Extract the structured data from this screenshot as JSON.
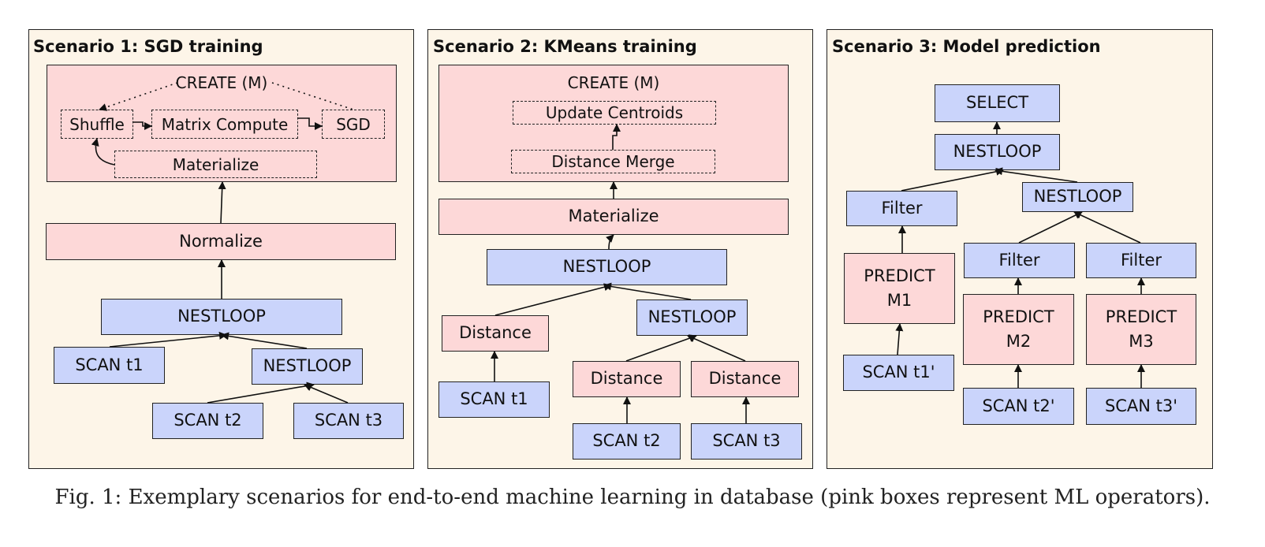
{
  "scenario1": {
    "title": "Scenario 1: SGD training",
    "create": "CREATE (M)",
    "shuffle": "Shuffle",
    "matrix_compute": "Matrix Compute",
    "sgd": "SGD",
    "materialize": "Materialize",
    "normalize": "Normalize",
    "nestloop_top": "NESTLOOP",
    "scan_t1": "SCAN t1",
    "nestloop_inner": "NESTLOOP",
    "scan_t2": "SCAN t2",
    "scan_t3": "SCAN t3"
  },
  "scenario2": {
    "title": "Scenario 2: KMeans training",
    "create": "CREATE (M)",
    "update_centroids": "Update Centroids",
    "distance_merge": "Distance Merge",
    "materialize": "Materialize",
    "nestloop_top": "NESTLOOP",
    "distance_left": "Distance",
    "scan_t1": "SCAN t1",
    "nestloop_inner": "NESTLOOP",
    "distance_mid": "Distance",
    "distance_right": "Distance",
    "scan_t2": "SCAN t2",
    "scan_t3": "SCAN t3"
  },
  "scenario3": {
    "title": "Scenario 3: Model prediction",
    "select": "SELECT",
    "nestloop_top": "NESTLOOP",
    "filter_left": "Filter",
    "predict_m1": "PREDICT\nM1",
    "scan_t1p": "SCAN t1'",
    "nestloop_inner": "NESTLOOP",
    "filter_mid": "Filter",
    "filter_right": "Filter",
    "predict_m2": "PREDICT\nM2",
    "predict_m3": "PREDICT\nM3",
    "scan_t2p": "SCAN t2'",
    "scan_t3p": "SCAN t3'"
  },
  "caption": "Fig. 1: Exemplary scenarios for end-to-end machine learning in database (pink boxes represent ML operators).",
  "colors": {
    "panel_bg": "#fdf5e8",
    "ml_operator": "#fdd8d8",
    "db_operator": "#cad4fb"
  }
}
